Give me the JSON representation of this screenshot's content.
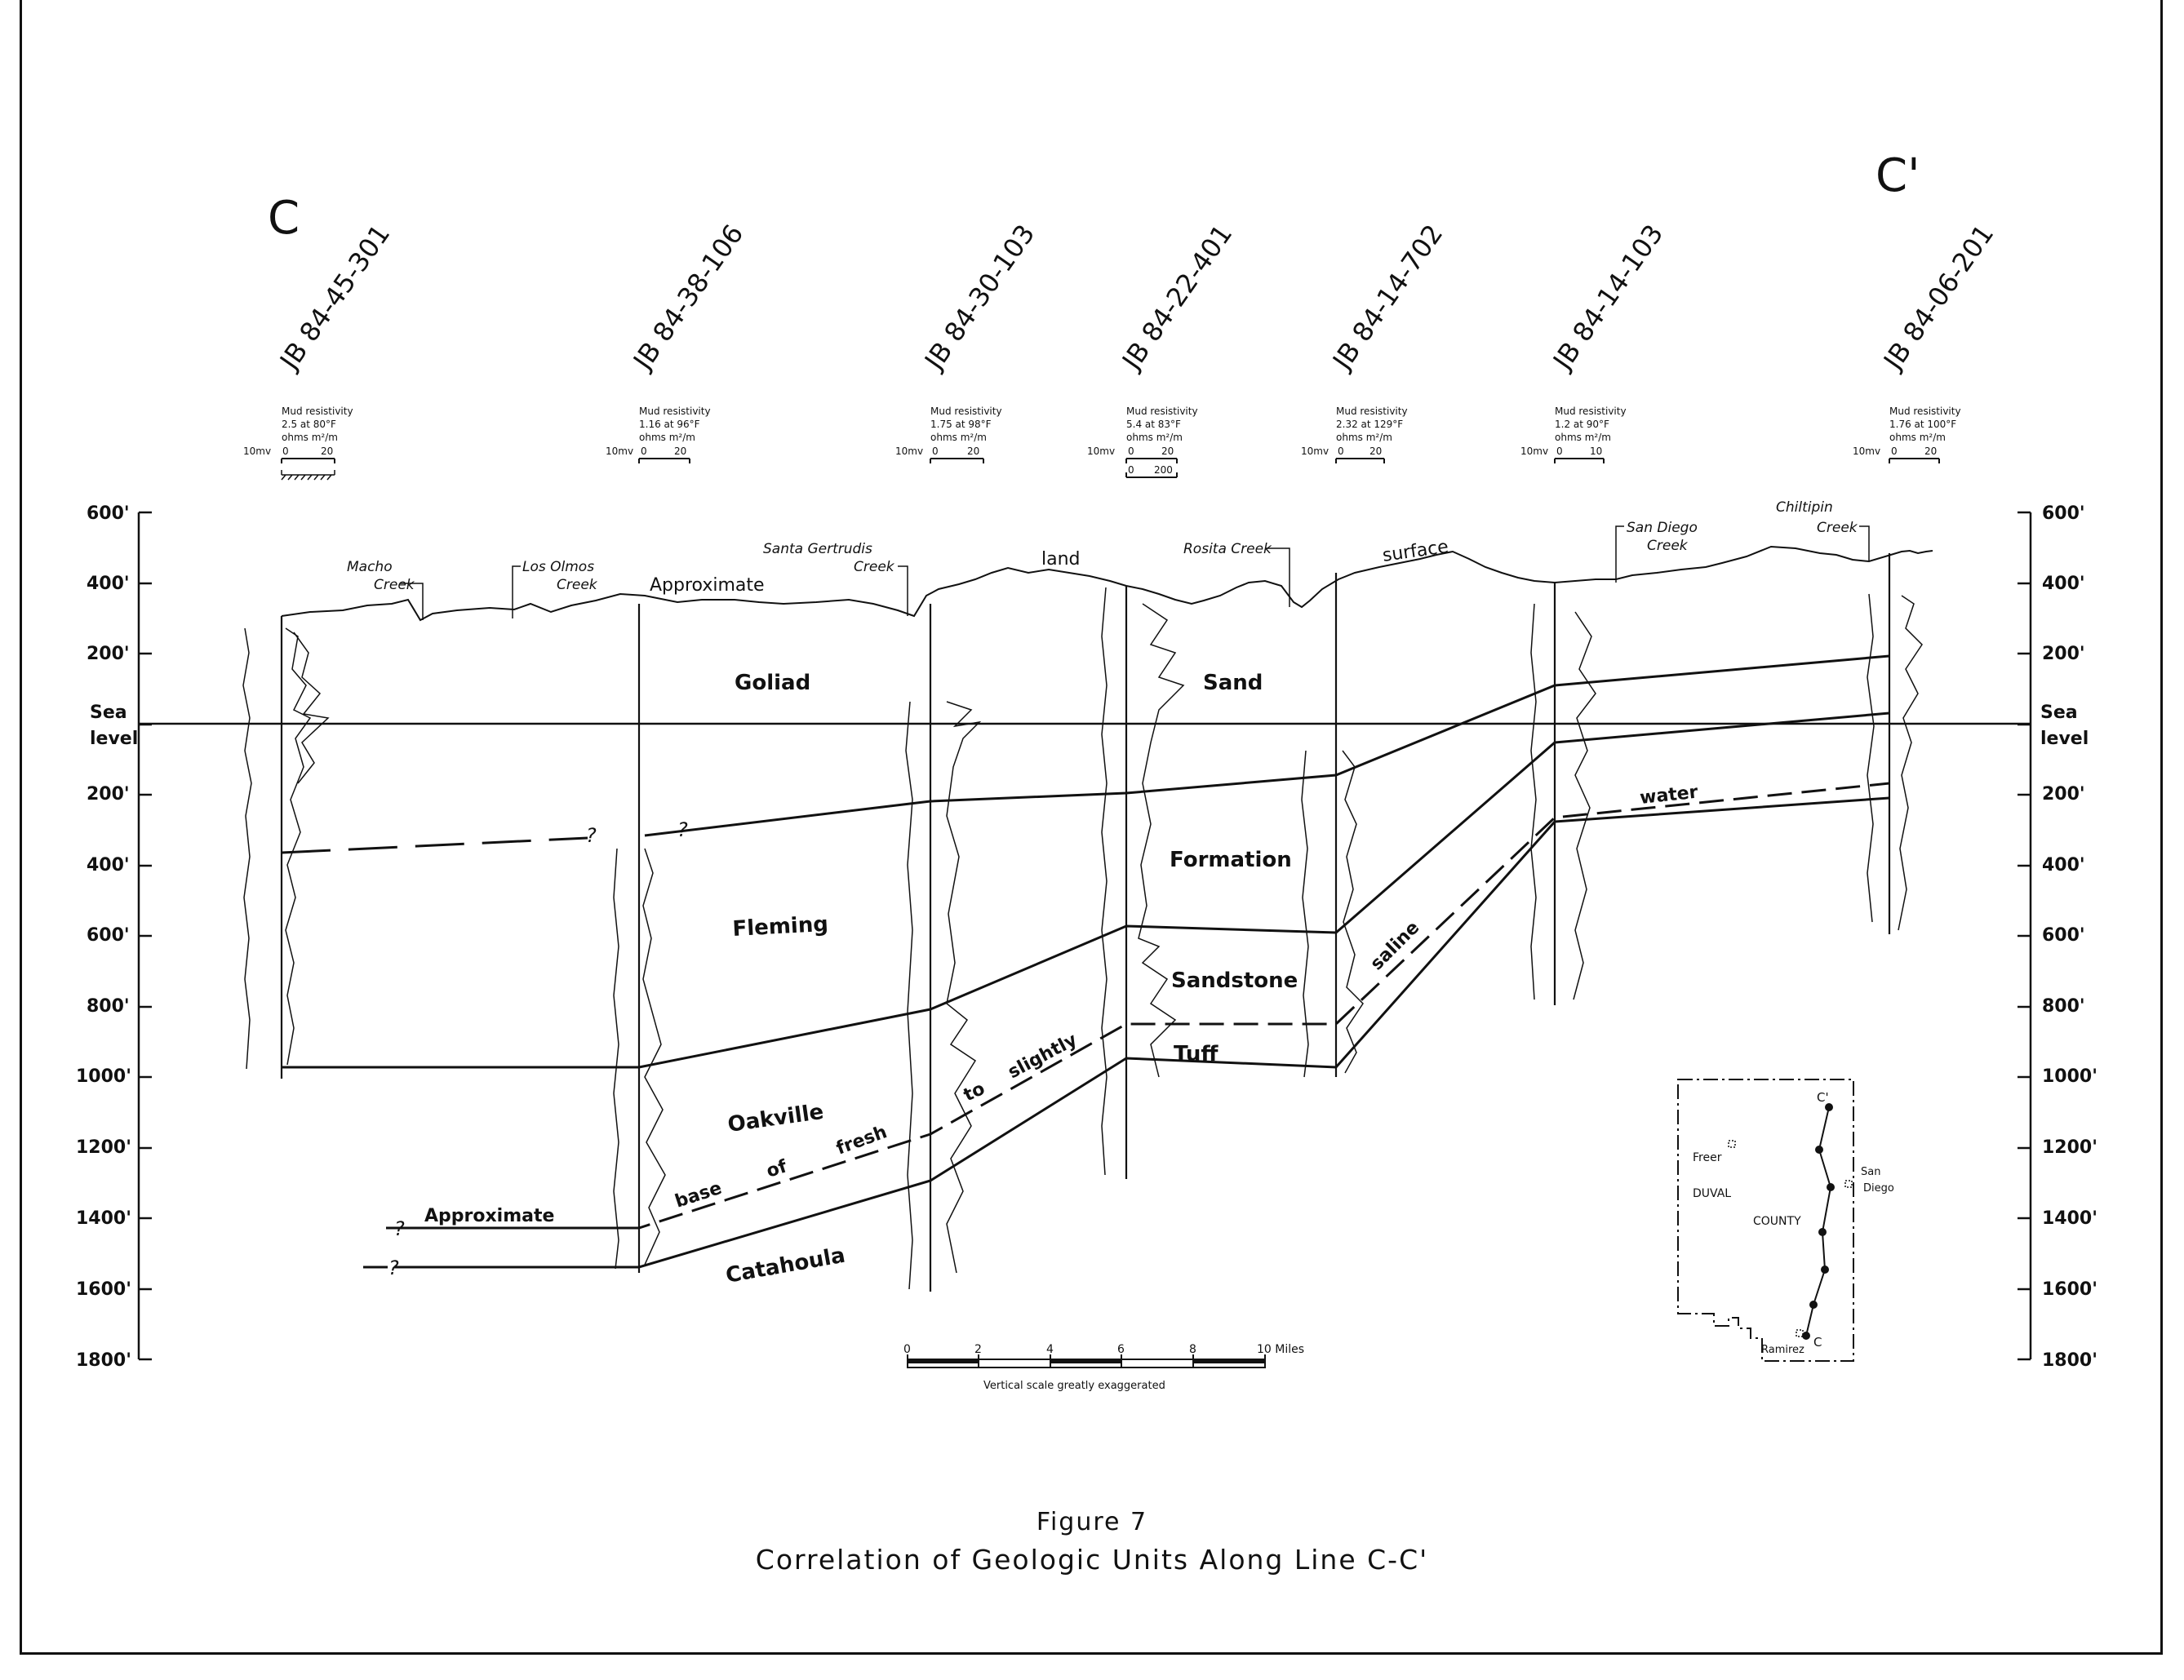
{
  "section_labels": {
    "start": "C",
    "end": "C'"
  },
  "wells": [
    {
      "id": "JB 84-45-301",
      "mud_title": "Mud resistivity",
      "mud_value": "2.5 at 80°F",
      "units": "ohms m²/m",
      "sp_label": "10mv",
      "scale_left": "0",
      "scale_right": "20",
      "lower_left": "",
      "lower_right": ""
    },
    {
      "id": "JB 84-38-106",
      "mud_title": "Mud resistivity",
      "mud_value": "1.16 at 96°F",
      "units": "ohms m²/m",
      "sp_label": "10mv",
      "scale_left": "0",
      "scale_right": "20",
      "lower_left": "",
      "lower_right": ""
    },
    {
      "id": "JB 84-30-103",
      "mud_title": "Mud resistivity",
      "mud_value": "1.75 at 98°F",
      "units": "ohms m²/m",
      "sp_label": "10mv",
      "scale_left": "0",
      "scale_right": "20",
      "lower_left": "",
      "lower_right": ""
    },
    {
      "id": "JB 84-22-401",
      "mud_title": "Mud resistivity",
      "mud_value": "5.4 at 83°F",
      "units": "ohms m²/m",
      "sp_label": "10mv",
      "scale_left": "0",
      "scale_right": "20",
      "lower_left": "0",
      "lower_right": "200"
    },
    {
      "id": "JB 84-14-702",
      "mud_title": "Mud resistivity",
      "mud_value": "2.32 at 129°F",
      "units": "ohms m²/m",
      "sp_label": "10mv",
      "scale_left": "0",
      "scale_right": "20",
      "lower_left": "",
      "lower_right": ""
    },
    {
      "id": "JB 84-14-103",
      "mud_title": "Mud resistivity",
      "mud_value": "1.2 at 90°F",
      "units": "ohms m²/m",
      "sp_label": "10mv",
      "scale_left": "0",
      "scale_right": "10",
      "lower_left": "",
      "lower_right": ""
    },
    {
      "id": "JB 84-06-201",
      "mud_title": "Mud resistivity",
      "mud_value": "1.76 at 100°F",
      "units": "ohms m²/m",
      "sp_label": "10mv",
      "scale_left": "0",
      "scale_right": "20",
      "lower_left": "",
      "lower_right": ""
    }
  ],
  "elevation_axis": {
    "ticks_above": [
      "600'",
      "400'",
      "200'"
    ],
    "sea_level": [
      "Sea",
      "level"
    ],
    "ticks_below": [
      "200'",
      "400'",
      "600'",
      "800'",
      "1000'",
      "1200'",
      "1400'",
      "1600'",
      "1800'"
    ]
  },
  "surface_labels": {
    "macho": [
      "Macho",
      "Creek"
    ],
    "los_olmos": [
      "Los Olmos",
      "Creek"
    ],
    "approximate": "Approximate",
    "santa_gertrudis": [
      "Santa Gertrudis",
      "Creek"
    ],
    "land": "land",
    "rosita": "Rosita Creek",
    "surface": "surface",
    "san_diego": [
      "San Diego",
      "Creek"
    ],
    "chiltipin": [
      "Chiltipin",
      "Creek"
    ]
  },
  "units": {
    "goliad": "Goliad",
    "sand": "Sand",
    "formation": "Formation",
    "fleming": "Fleming",
    "sandstone": "Sandstone",
    "tuff": "Tuff",
    "oakville": "Oakville",
    "catahoula": "Catahoula"
  },
  "water_labels": {
    "base": "base",
    "of": "of",
    "fresh": "fresh",
    "to": "to",
    "slightly": "slightly",
    "saline": "saline",
    "water": "water",
    "approximate": "Approximate",
    "question": "?"
  },
  "scale_bar": {
    "ticks": [
      "0",
      "2",
      "4",
      "6",
      "8",
      "10 Miles"
    ],
    "note": "Vertical scale greatly exaggerated"
  },
  "inset_map": {
    "freer": "Freer",
    "duval": "DUVAL",
    "county": "COUNTY",
    "san_diego": [
      "San",
      "Diego"
    ],
    "ramirez": "Ramirez",
    "c_start": "C",
    "c_end": "C'"
  },
  "figure": {
    "number": "Figure 7",
    "title": "Correlation of Geologic Units Along Line C-C'"
  }
}
